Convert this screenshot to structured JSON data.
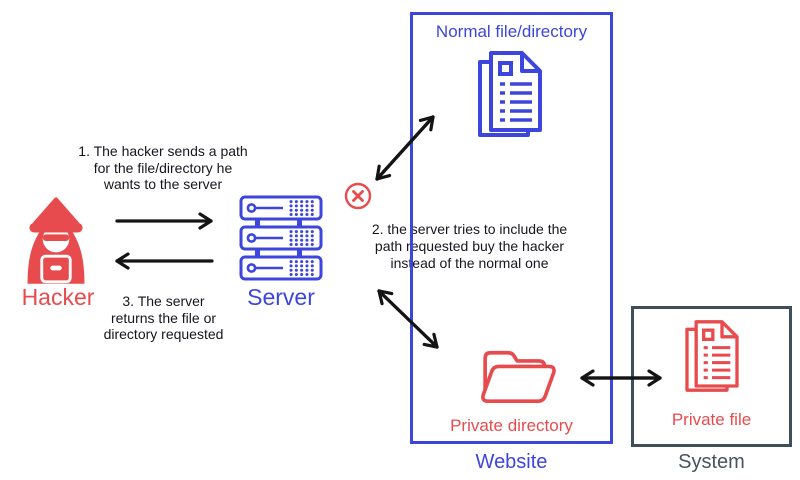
{
  "colors": {
    "blue": "#3d46dc",
    "red": "#e84b4d",
    "slate": "#3f4e5b",
    "arrow": "#141414"
  },
  "actors": {
    "hacker": {
      "label": "Hacker"
    },
    "server": {
      "label": "Server"
    }
  },
  "annotations": {
    "step1": "1. The hacker sends a path\nfor the file/directory he\nwants to the server",
    "step2": "2. the server tries to include the\npath requested buy the hacker\ninstead of the normal one",
    "step3": "3. The server\nreturns the file or\ndirectory requested"
  },
  "website_box": {
    "label": "Website",
    "normal_file_label": "Normal file/directory",
    "private_directory_label": "Private directory"
  },
  "system_box": {
    "label": "System",
    "private_file_label": "Private file"
  },
  "icons": {
    "hacker": "hacker-hooded-figure",
    "server": "server-rack",
    "normal_file": "stacked-documents",
    "private_directory": "open-folder",
    "private_file": "stacked-documents",
    "error": "x-circle"
  }
}
